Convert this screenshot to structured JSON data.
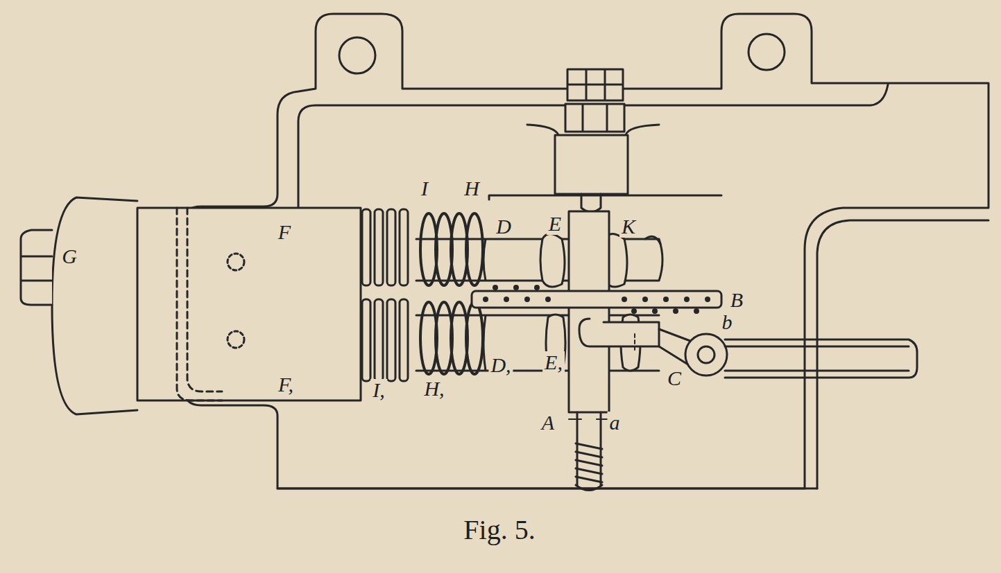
{
  "diagram": {
    "caption": "Fig. 5.",
    "labels": [
      "G",
      "F",
      "F,",
      "I",
      "H",
      "D",
      "E",
      "K",
      "B",
      "b",
      "C",
      "I,",
      "H,",
      "D,",
      "E,",
      "A",
      "a"
    ]
  }
}
